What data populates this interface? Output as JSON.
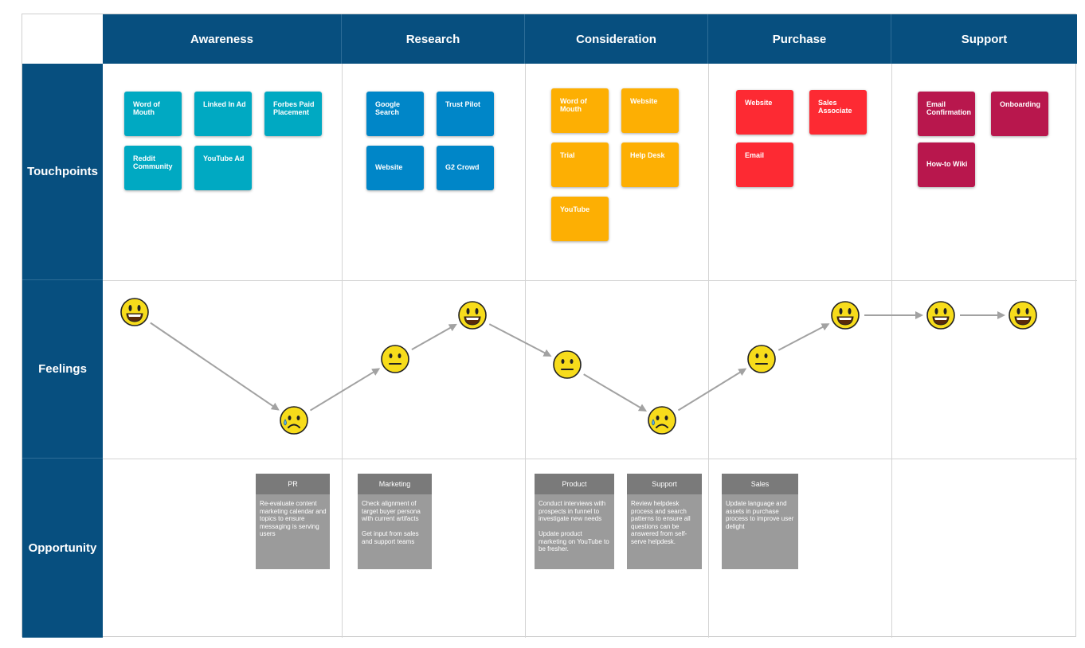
{
  "stages": [
    "Awareness",
    "Research",
    "Consideration",
    "Purchase",
    "Support"
  ],
  "rows": [
    "Touchpoints",
    "Feelings",
    "Opportunity"
  ],
  "touchpoints": {
    "awareness": [
      "Word of Mouth",
      "Linked In Ad",
      "Forbes Paid Placement",
      "Reddit Community",
      "YouTube Ad"
    ],
    "research": [
      "Google Search",
      "Trust Pilot",
      "Website",
      "G2 Crowd"
    ],
    "consideration": [
      "Word of Mouth",
      "Website",
      "Trial",
      "Help Desk",
      "YouTube"
    ],
    "purchase": [
      "Website",
      "Sales Associate",
      "Email"
    ],
    "support": [
      "Email Confirmation",
      "Onboarding",
      "How-to Wiki"
    ]
  },
  "feelings": [
    "happy",
    "sad",
    "neutral",
    "happy",
    "neutral",
    "sad",
    "neutral",
    "happy",
    "happy",
    "happy"
  ],
  "opportunities": [
    {
      "team": "PR",
      "text": "Re-evaluate content marketing calendar and topics to ensure messaging is serving users"
    },
    {
      "team": "Marketing",
      "text": "Check alignment of target buyer persona with current artifacts\n\nGet input from sales and support teams"
    },
    {
      "team": "Product",
      "text": "Conduct interviews with prospects in funnel to investigate new needs\n\nUpdate product marketing on YouTube to be fresher."
    },
    {
      "team": "Support",
      "text": "Review helpdesk process and search patterns to ensure all questions can be answered from self-serve helpdesk."
    },
    {
      "team": "Sales",
      "text": "Update language and assets in purchase process to improve user delight"
    }
  ],
  "colors": {
    "header": "#074f7f",
    "awareness": "#00a9c2",
    "research": "#0086c8",
    "consideration": "#fdaf03",
    "purchase": "#fd2a33",
    "support": "#b8174d",
    "opp_head": "#7a7a7a",
    "opp_body": "#9b9b9b",
    "emoji": "#f7dc1b"
  }
}
